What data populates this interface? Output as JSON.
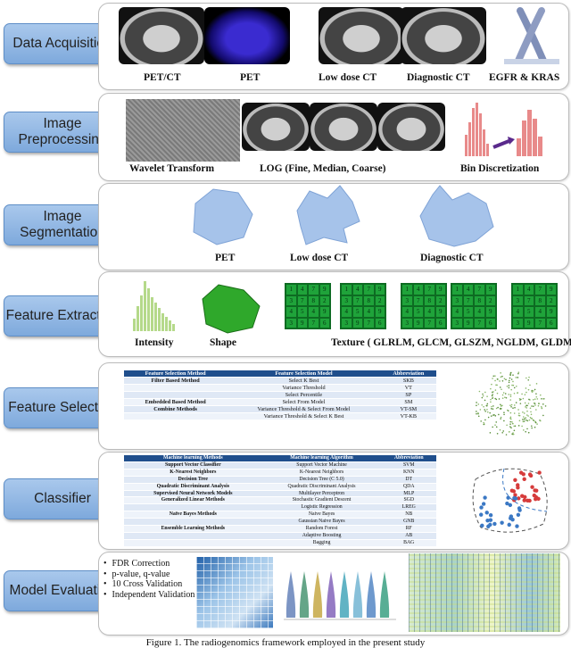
{
  "stages": [
    {
      "id": "data-acquisition",
      "label": "Data Acquisition"
    },
    {
      "id": "image-preprocessing",
      "label": "Image Preprocessing"
    },
    {
      "id": "image-segmentation",
      "label": "Image Segmentation"
    },
    {
      "id": "feature-extraction",
      "label": "Feature Extraction"
    },
    {
      "id": "feature-selection",
      "label": "Feature Selection"
    },
    {
      "id": "classifier",
      "label": "Classifier"
    },
    {
      "id": "model-evaluation",
      "label": "Model Evaluation"
    }
  ],
  "acquisition": {
    "labels": [
      "PET/CT",
      "PET",
      "Low dose  CT",
      "Diagnostic CT",
      "EGFR & KRAS"
    ]
  },
  "preprocessing": {
    "labels": [
      "Wavelet Transform",
      "LOG  (Fine,  Median,  Coarse)",
      "Bin Discretization"
    ]
  },
  "segmentation": {
    "labels": [
      "PET",
      "Low dose  CT",
      "Diagnostic  CT"
    ]
  },
  "extraction": {
    "labels": [
      "Intensity",
      "Shape",
      "Texture ( GLRLM, GLCM, GLSZM, NGLDM, GLDM)"
    ],
    "grid_digits": [
      "1",
      "4",
      "7",
      "9",
      "3",
      "7",
      "8",
      "2",
      "4",
      "5",
      "4",
      "9",
      "3",
      "9",
      "7",
      "6"
    ]
  },
  "selection_table": {
    "headers": [
      "Feature Selection  Method",
      "Feature Selection Model",
      "Abbreviation"
    ],
    "rows": [
      [
        "Filter Based Method",
        "Select K Best",
        "SKB"
      ],
      [
        "",
        "Variance Threshold",
        "VT"
      ],
      [
        "",
        "Select Percentile",
        "SP"
      ],
      [
        "Embedded Based Method",
        "Select From Model",
        "SM"
      ],
      [
        "Combine Methods",
        "Variance Threshold & Select From Model",
        "VT-SM"
      ],
      [
        "",
        "Variance Threshold & Select K Best",
        "VT-KB"
      ]
    ]
  },
  "classifier_table": {
    "headers": [
      "Machine learning Methods",
      "Machine learning Algorithm",
      "Abbreviation"
    ],
    "rows": [
      [
        "Support Vector Classifier",
        "Support Vector Machine",
        "SVM"
      ],
      [
        "K-Nearest Neighbors",
        "K-Nearest Neighbors",
        "KNN"
      ],
      [
        "Decision Tree",
        "Decision Tree (C 5.0)",
        "DT"
      ],
      [
        "Quadratic Discriminant Analysis",
        "Quadratic Discriminant Analysis",
        "QDA"
      ],
      [
        "Supervised Neural Network Models",
        "Multilayer Perceptron",
        "MLP"
      ],
      [
        "Generalized Linear Methods",
        "Stochastic Gradient Descent",
        "SGD"
      ],
      [
        "",
        "Logistic Regression",
        "LREG"
      ],
      [
        "Naïve Bayes Methods",
        "Naive Bayes",
        "NB"
      ],
      [
        "",
        "Gaussian Naive Bayes",
        "GNB"
      ],
      [
        "Ensemble Learning Methods",
        "Random Forest",
        "RF"
      ],
      [
        "",
        "Adaptive Boosting",
        "AB"
      ],
      [
        "",
        "Bagging",
        "BAG"
      ]
    ]
  },
  "evaluation": {
    "bullets": [
      "FDR Correction",
      "p-value, q-value",
      "10 Cross Validation",
      "Independent Validation Set"
    ]
  },
  "caption": "Figure 1. The radiogenomics framework employed in the present study",
  "colors": {
    "stage_box": "#8fb4e3",
    "grid_green": "#1fa33a",
    "hist_pink": "#e88a8a",
    "scatter_red": "#d63b3b",
    "scatter_blue": "#3b78c4",
    "seg_blue": "#a6c3ea"
  }
}
